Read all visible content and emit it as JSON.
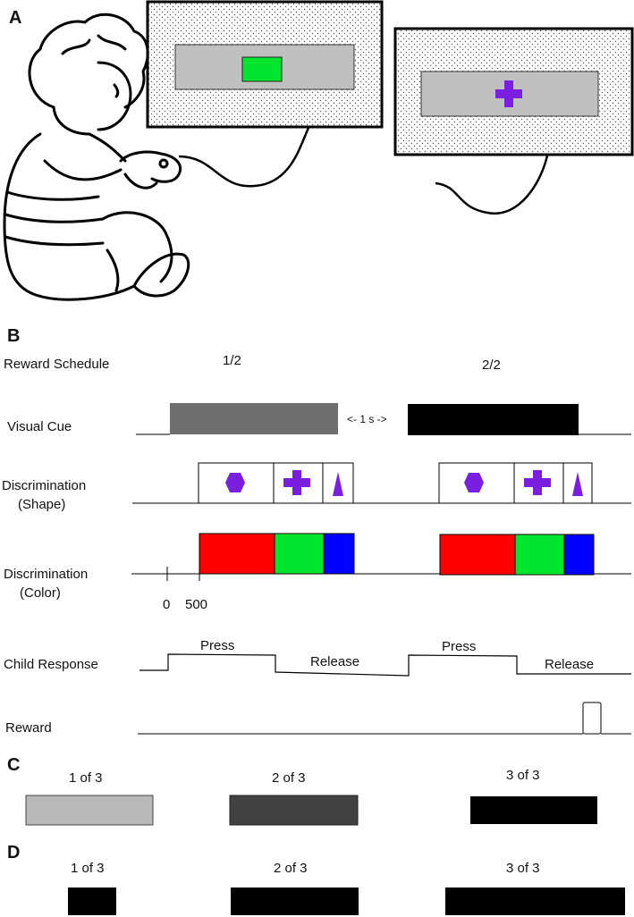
{
  "panels": {
    "a": {
      "letter": "A"
    },
    "b": {
      "letter": "B",
      "rows": {
        "reward_schedule": "Reward Schedule",
        "visual_cue": "Visual Cue",
        "shape_line1": "Discrimination",
        "shape_line2": "(Shape)",
        "color_line1": "Discrimination",
        "color_line2": "(Color)",
        "child_response": "Child Response",
        "reward": "Reward"
      },
      "schedule": [
        "1/2",
        "2/2"
      ],
      "interval_label": "<- 1 s ->",
      "time_ticks": [
        "0",
        "500"
      ],
      "response_labels": [
        "Press",
        "Release",
        "Press",
        "Release"
      ],
      "cue_colors": [
        "#6e6e6e",
        "#000000"
      ],
      "stimulus_shapes": [
        "hexagon",
        "cross",
        "triangle"
      ],
      "stimulus_color": "#7a1fe0",
      "color_blocks": [
        "#ff0000",
        "#00e62e",
        "#0000ff"
      ]
    },
    "c": {
      "letter": "C",
      "labels": [
        "1 of 3",
        "2 of 3",
        "3 of 3"
      ],
      "bar_colors": [
        "#b9b9b9",
        "#414141",
        "#000000"
      ]
    },
    "d": {
      "letter": "D",
      "labels": [
        "1 of 3",
        "2 of 3",
        "3 of 3"
      ],
      "bar_colors": [
        "#000000",
        "#000000",
        "#000000"
      ]
    }
  },
  "monitors": {
    "left_stimulus": "green-rectangle",
    "right_stimulus": "purple-cross",
    "screen_color": "#c0c0c0",
    "green": "#00e62e",
    "purple": "#7a1fe0"
  }
}
